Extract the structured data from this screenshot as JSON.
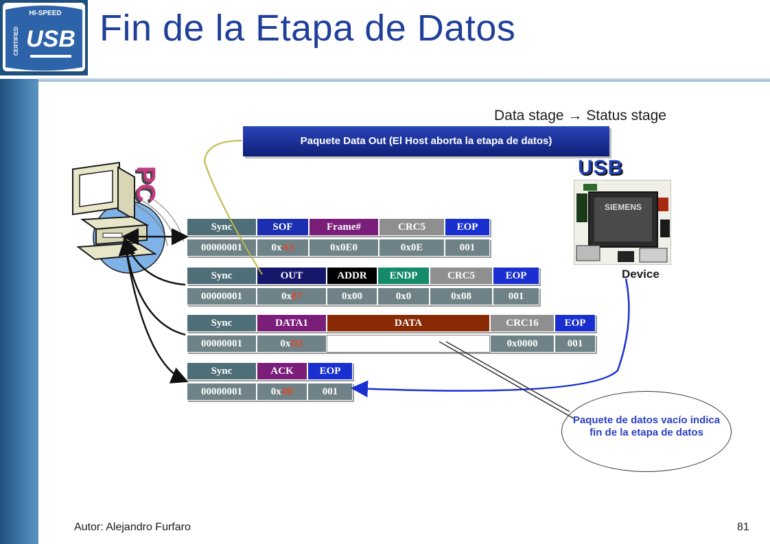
{
  "title": "Fin de la Etapa de Datos",
  "subtitle": "Data stage → Status stage",
  "banner": "Paquete Data Out (El Host aborta la etapa de datos)",
  "usb_label": "USB",
  "pc_label": "PC",
  "device_label": "Device",
  "chip_brand": "SIEMENS",
  "logo": {
    "top": "HI-SPEED",
    "left": "CERTIFIED",
    "main": "USB"
  },
  "callout": "Paquete de datos vacío indica fin de la etapa de datos",
  "footer": {
    "author": "Autor: Alejandro Furfaro",
    "page": "81"
  },
  "packets": [
    {
      "name": "sof",
      "headers": [
        "Sync",
        "SOF",
        "Frame#",
        "CRC5",
        "EOP"
      ],
      "values": [
        {
          "pre": "00000001",
          "hl": ""
        },
        {
          "pre": "0x",
          "hl": "A5"
        },
        {
          "pre": "0x0E0",
          "hl": ""
        },
        {
          "pre": "0x0E",
          "hl": ""
        },
        {
          "pre": "001",
          "hl": ""
        }
      ]
    },
    {
      "name": "out",
      "headers": [
        "Sync",
        "OUT",
        "ADDR",
        "ENDP",
        "CRC5",
        "EOP"
      ],
      "values": [
        {
          "pre": "00000001",
          "hl": ""
        },
        {
          "pre": "0x",
          "hl": "87"
        },
        {
          "pre": "0x00",
          "hl": ""
        },
        {
          "pre": "0x0",
          "hl": ""
        },
        {
          "pre": "0x08",
          "hl": ""
        },
        {
          "pre": "001",
          "hl": ""
        }
      ]
    },
    {
      "name": "data1",
      "headers": [
        "Sync",
        "DATA1",
        "DATA",
        "CRC16",
        "EOP"
      ],
      "values": [
        {
          "pre": "00000001",
          "hl": ""
        },
        {
          "pre": "0x",
          "hl": "D2"
        },
        {
          "pre": "",
          "hl": ""
        },
        {
          "pre": "0x0000",
          "hl": ""
        },
        {
          "pre": "001",
          "hl": ""
        }
      ]
    },
    {
      "name": "ack",
      "headers": [
        "Sync",
        "ACK",
        "EOP"
      ],
      "values": [
        {
          "pre": "00000001",
          "hl": ""
        },
        {
          "pre": "0x",
          "hl": "4B"
        },
        {
          "pre": "001",
          "hl": ""
        }
      ]
    }
  ],
  "colors": {
    "title": "#1f3f99",
    "sync": "#4f6f78",
    "sof": "#1c2fb0",
    "frame": "#7a1e7a",
    "crc": "#8f8f8f",
    "eop": "#1a2fd0",
    "out": "#15186a",
    "addr": "#000000",
    "endp": "#138a6a",
    "data1": "#7a1e7a",
    "data": "#8a2a05",
    "crc16": "#8f8f8f",
    "ack": "#7a1e7a",
    "value": "#6e8288",
    "highlight": "#e04a2a",
    "callout_text": "#2a3fc0"
  }
}
